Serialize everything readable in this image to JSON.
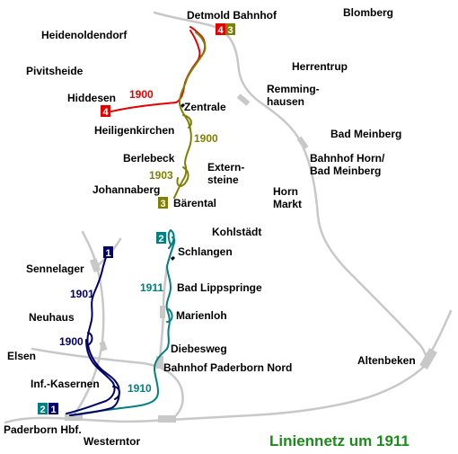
{
  "title": "Liniennetz um 1911",
  "colors": {
    "line1": "#00006b",
    "line2": "#008080",
    "line3": "#808000",
    "line4": "#e60000",
    "rail": "#c8c8c8",
    "title": "#1a8c1a"
  },
  "places": {
    "detmold_bahnhof": "Detmold Bahnhof",
    "blomberg": "Blomberg",
    "heidenoldendorf": "Heidenoldendorf",
    "herrentrup": "Herrentrup",
    "pivitsheide": "Pivitsheide",
    "remming": "Remming-",
    "hausen": "hausen",
    "hiddesen": "Hiddesen",
    "zentrale": "Zentrale",
    "heiligenkirchen": "Heiligenkirchen",
    "bad_meinberg": "Bad Meinberg",
    "berlebeck": "Berlebeck",
    "extern": "Extern-",
    "steine": "steine",
    "bahnhof_horn": "Bahnhof Horn/",
    "bad_meinberg_2": "Bad Meinberg",
    "johannaberg": "Johannaberg",
    "horn": "Horn",
    "markt": "Markt",
    "baerental": "Bärental",
    "kohlstaedt": "Kohlstädt",
    "schlangen": "Schlangen",
    "sennelager": "Sennelager",
    "bad_lippspringe": "Bad Lippspringe",
    "neuhaus": "Neuhaus",
    "marienloh": "Marienloh",
    "elsen": "Elsen",
    "diebesweg": "Diebesweg",
    "altenbeken": "Altenbeken",
    "bahnhof_paderborn_nord": "Bahnhof Paderborn Nord",
    "inf_kasernen": "Inf.-Kasernen",
    "paderborn_hbf": "Paderborn Hbf.",
    "westerntor": "Westerntor"
  },
  "years": {
    "hiddesen_line": "1900",
    "berlebeck_line": "1900",
    "johannaberg_line": "1903",
    "lippspringe_line": "1911",
    "sennelager_line": "1901",
    "neuhaus_line": "1900",
    "paderborn_line": "1910"
  },
  "badges": {
    "detmold_line4": "4",
    "detmold_line3": "3",
    "hiddesen_line4": "4",
    "baerental_line3": "3",
    "schlangen_line2": "2",
    "sennelager_line1": "1",
    "paderborn_line2": "2",
    "paderborn_line1": "1"
  }
}
